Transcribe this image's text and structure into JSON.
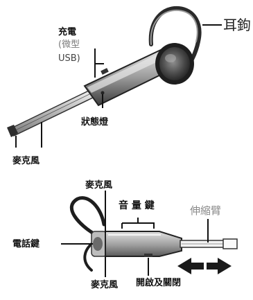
{
  "labels": {
    "ear_hook": "耳鉤",
    "charge": "充電",
    "micro_usb_line1": "(微型",
    "micro_usb_line2": "USB)",
    "status_light": "狀態燈",
    "microphone_top": "麥克風",
    "microphone_upper": "麥克風",
    "volume_key": "音 量 鍵",
    "telescopic_arm": "伸縮臂",
    "call_key": "電話鍵",
    "microphone_bottom": "麥克風",
    "power_on_off": "開啟及關閉"
  },
  "colors": {
    "ink": "#111111",
    "device_dark": "#3a3a3a",
    "device_mid": "#8c8c8c",
    "device_light": "#d6d6d6",
    "arrow_fill": "#1a1a1a",
    "arm_label_grey": "#8a8a8a"
  }
}
